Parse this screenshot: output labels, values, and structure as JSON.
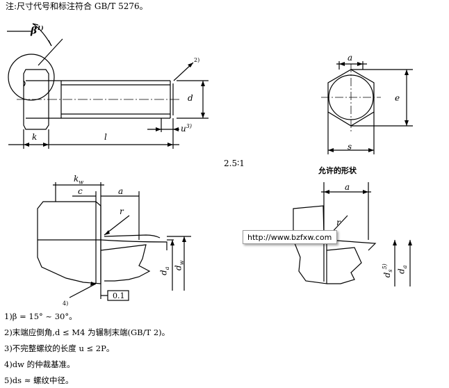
{
  "header": {
    "note": "注:尺寸代号和标注符合 GB/T 5276。"
  },
  "fig_top_left": {
    "beta": "β",
    "beta_sup": "1)",
    "callout_2": "2)",
    "dim_d": "d",
    "dim_k": "k",
    "dim_l": "l",
    "dim_u": "u",
    "dim_u_sup": "3)"
  },
  "fig_top_right": {
    "dim_e": "e",
    "dim_s": "s"
  },
  "scale": "2.5∶1",
  "allowed_shape": "允许的形状",
  "fig_bottom_left": {
    "dim_k": "k",
    "dim_k_sub": "w",
    "dim_c": "c",
    "dim_a": "a",
    "dim_r": "r",
    "dim_da": "d",
    "dim_da_sub": "a",
    "dim_dw": "d",
    "dim_dw_sub": "w",
    "callout_4": "4)",
    "tolerance": "0.1"
  },
  "fig_bottom_right": {
    "dim_a": "a",
    "dim_r": "r",
    "dim_ds": "d",
    "dim_ds_sub": "s",
    "dim_ds_sup": "5)",
    "dim_da": "d",
    "dim_da_sub": "a"
  },
  "watermark": "http://www.bzfxw.com",
  "notes": [
    "1)β = 15° ~ 30°。",
    "2)末端应倒角,d ≤ M4 为辗制末端(GB/T 2)。",
    "3)不完整螺纹的长度 u ≤ 2P。",
    "4)dw 的仲裁基准。",
    "5)ds ≈ 螺纹中径。"
  ]
}
